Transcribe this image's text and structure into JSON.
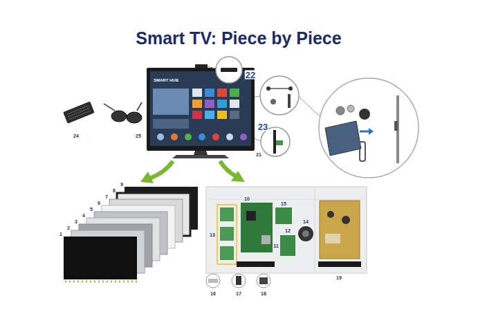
{
  "diagram": {
    "title": "Smart TV: Piece by Piece",
    "labels": [
      "SMART HUB",
      "22",
      "23",
      "21",
      "24",
      "25",
      "9",
      "8",
      "7",
      "6",
      "5",
      "4",
      "3",
      "2",
      "1",
      "10",
      "15",
      "14",
      "12",
      "13",
      "11",
      "19",
      "16",
      "17",
      "18"
    ]
  }
}
